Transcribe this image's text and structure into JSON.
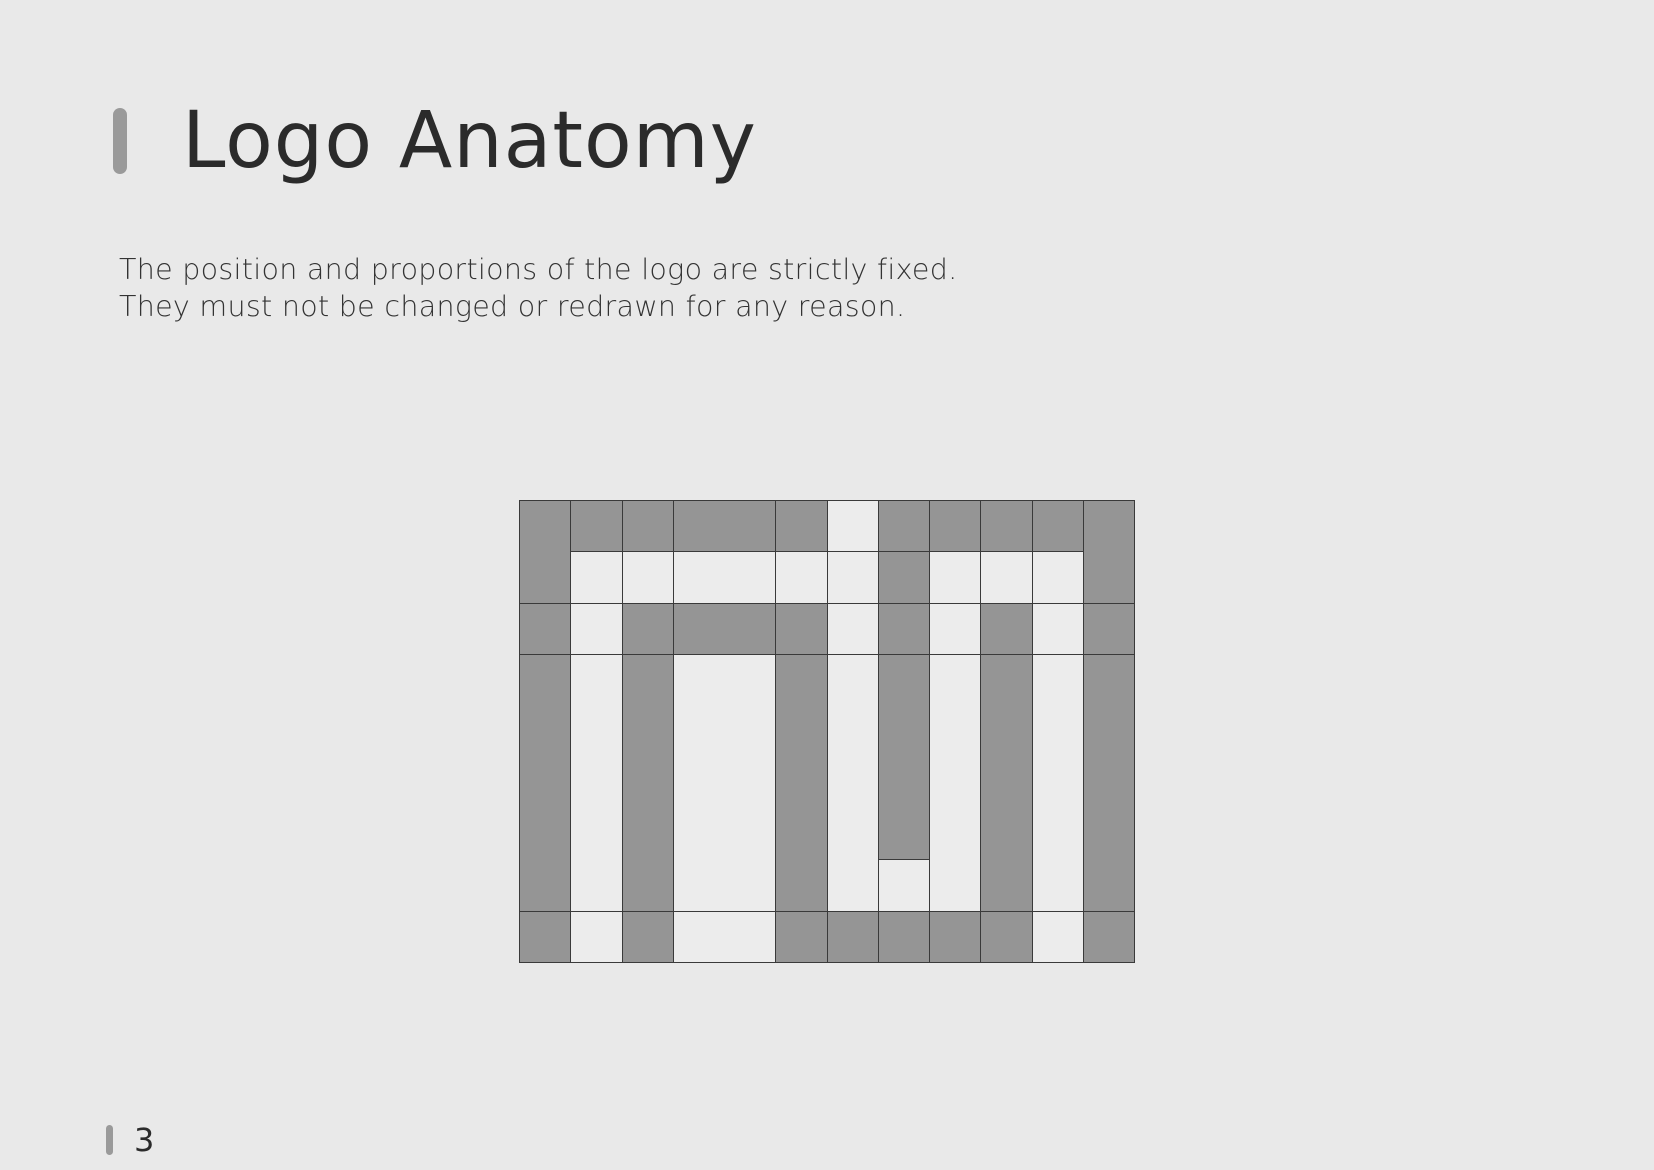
{
  "page": {
    "title": "Logo Anatomy",
    "body_lines": [
      "The position and proportions of the logo are strictly fixed.",
      "They must not be changed or redrawn for any reason."
    ],
    "page_number": "3"
  },
  "colors": {
    "background": "#e9e9e9",
    "accent_bar": "#9a9a9a",
    "cell_filled": "#959595",
    "cell_empty": "#ececec",
    "text": "#2b2b2b"
  },
  "logo_grid": {
    "column_widths": [
      1,
      1,
      1,
      2,
      1,
      1,
      1,
      1,
      1,
      1,
      1
    ],
    "rows": 9,
    "filled_runs_note": "",
    "filled_cells": [
      {
        "col": 0,
        "row": 0,
        "cols": 1,
        "rows": 2
      },
      {
        "col": 1,
        "row": 0,
        "cols": 1,
        "rows": 1
      },
      {
        "col": 2,
        "row": 0,
        "cols": 1,
        "rows": 1
      },
      {
        "col": 3,
        "row": 0,
        "cols": 1,
        "rows": 1
      },
      {
        "col": 4,
        "row": 0,
        "cols": 1,
        "rows": 1
      },
      {
        "col": 6,
        "row": 0,
        "cols": 1,
        "rows": 1
      },
      {
        "col": 7,
        "row": 0,
        "cols": 1,
        "rows": 1
      },
      {
        "col": 8,
        "row": 0,
        "cols": 1,
        "rows": 1
      },
      {
        "col": 9,
        "row": 0,
        "cols": 1,
        "rows": 1
      },
      {
        "col": 10,
        "row": 0,
        "cols": 1,
        "rows": 2
      },
      {
        "col": 6,
        "row": 1,
        "cols": 1,
        "rows": 1
      },
      {
        "col": 0,
        "row": 2,
        "cols": 1,
        "rows": 1
      },
      {
        "col": 2,
        "row": 2,
        "cols": 1,
        "rows": 1
      },
      {
        "col": 3,
        "row": 2,
        "cols": 1,
        "rows": 1
      },
      {
        "col": 4,
        "row": 2,
        "cols": 1,
        "rows": 1
      },
      {
        "col": 6,
        "row": 2,
        "cols": 1,
        "rows": 1
      },
      {
        "col": 8,
        "row": 2,
        "cols": 1,
        "rows": 1
      },
      {
        "col": 10,
        "row": 2,
        "cols": 1,
        "rows": 1
      },
      {
        "col": 0,
        "row": 3,
        "cols": 1,
        "rows": 5
      },
      {
        "col": 2,
        "row": 3,
        "cols": 1,
        "rows": 5
      },
      {
        "col": 4,
        "row": 3,
        "cols": 1,
        "rows": 5
      },
      {
        "col": 6,
        "row": 3,
        "cols": 1,
        "rows": 4
      },
      {
        "col": 8,
        "row": 3,
        "cols": 1,
        "rows": 5
      },
      {
        "col": 10,
        "row": 3,
        "cols": 1,
        "rows": 5
      },
      {
        "col": 0,
        "row": 8,
        "cols": 1,
        "rows": 1
      },
      {
        "col": 2,
        "row": 8,
        "cols": 1,
        "rows": 1
      },
      {
        "col": 4,
        "row": 8,
        "cols": 1,
        "rows": 1
      },
      {
        "col": 5,
        "row": 8,
        "cols": 1,
        "rows": 1
      },
      {
        "col": 6,
        "row": 8,
        "cols": 1,
        "rows": 1
      },
      {
        "col": 7,
        "row": 8,
        "cols": 1,
        "rows": 1
      },
      {
        "col": 8,
        "row": 8,
        "cols": 1,
        "rows": 1
      },
      {
        "col": 10,
        "row": 8,
        "cols": 1,
        "rows": 1
      }
    ],
    "empty_cells": [
      {
        "col": 5,
        "row": 0,
        "cols": 1,
        "rows": 1
      },
      {
        "col": 1,
        "row": 1,
        "cols": 1,
        "rows": 1
      },
      {
        "col": 2,
        "row": 1,
        "cols": 1,
        "rows": 1
      },
      {
        "col": 3,
        "row": 1,
        "cols": 1,
        "rows": 1
      },
      {
        "col": 4,
        "row": 1,
        "cols": 1,
        "rows": 1
      },
      {
        "col": 5,
        "row": 1,
        "cols": 1,
        "rows": 1
      },
      {
        "col": 7,
        "row": 1,
        "cols": 1,
        "rows": 1
      },
      {
        "col": 8,
        "row": 1,
        "cols": 1,
        "rows": 1
      },
      {
        "col": 9,
        "row": 1,
        "cols": 1,
        "rows": 1
      },
      {
        "col": 1,
        "row": 2,
        "cols": 1,
        "rows": 1
      },
      {
        "col": 5,
        "row": 2,
        "cols": 1,
        "rows": 1
      },
      {
        "col": 7,
        "row": 2,
        "cols": 1,
        "rows": 1
      },
      {
        "col": 9,
        "row": 2,
        "cols": 1,
        "rows": 1
      },
      {
        "col": 1,
        "row": 3,
        "cols": 1,
        "rows": 5
      },
      {
        "col": 3,
        "row": 3,
        "cols": 1,
        "rows": 5
      },
      {
        "col": 5,
        "row": 3,
        "cols": 1,
        "rows": 5
      },
      {
        "col": 7,
        "row": 3,
        "cols": 1,
        "rows": 5
      },
      {
        "col": 9,
        "row": 3,
        "cols": 1,
        "rows": 5
      },
      {
        "col": 6,
        "row": 7,
        "cols": 1,
        "rows": 1
      },
      {
        "col": 1,
        "row": 8,
        "cols": 1,
        "rows": 1
      },
      {
        "col": 3,
        "row": 8,
        "cols": 1,
        "rows": 1
      },
      {
        "col": 9,
        "row": 8,
        "cols": 1,
        "rows": 1
      }
    ]
  }
}
